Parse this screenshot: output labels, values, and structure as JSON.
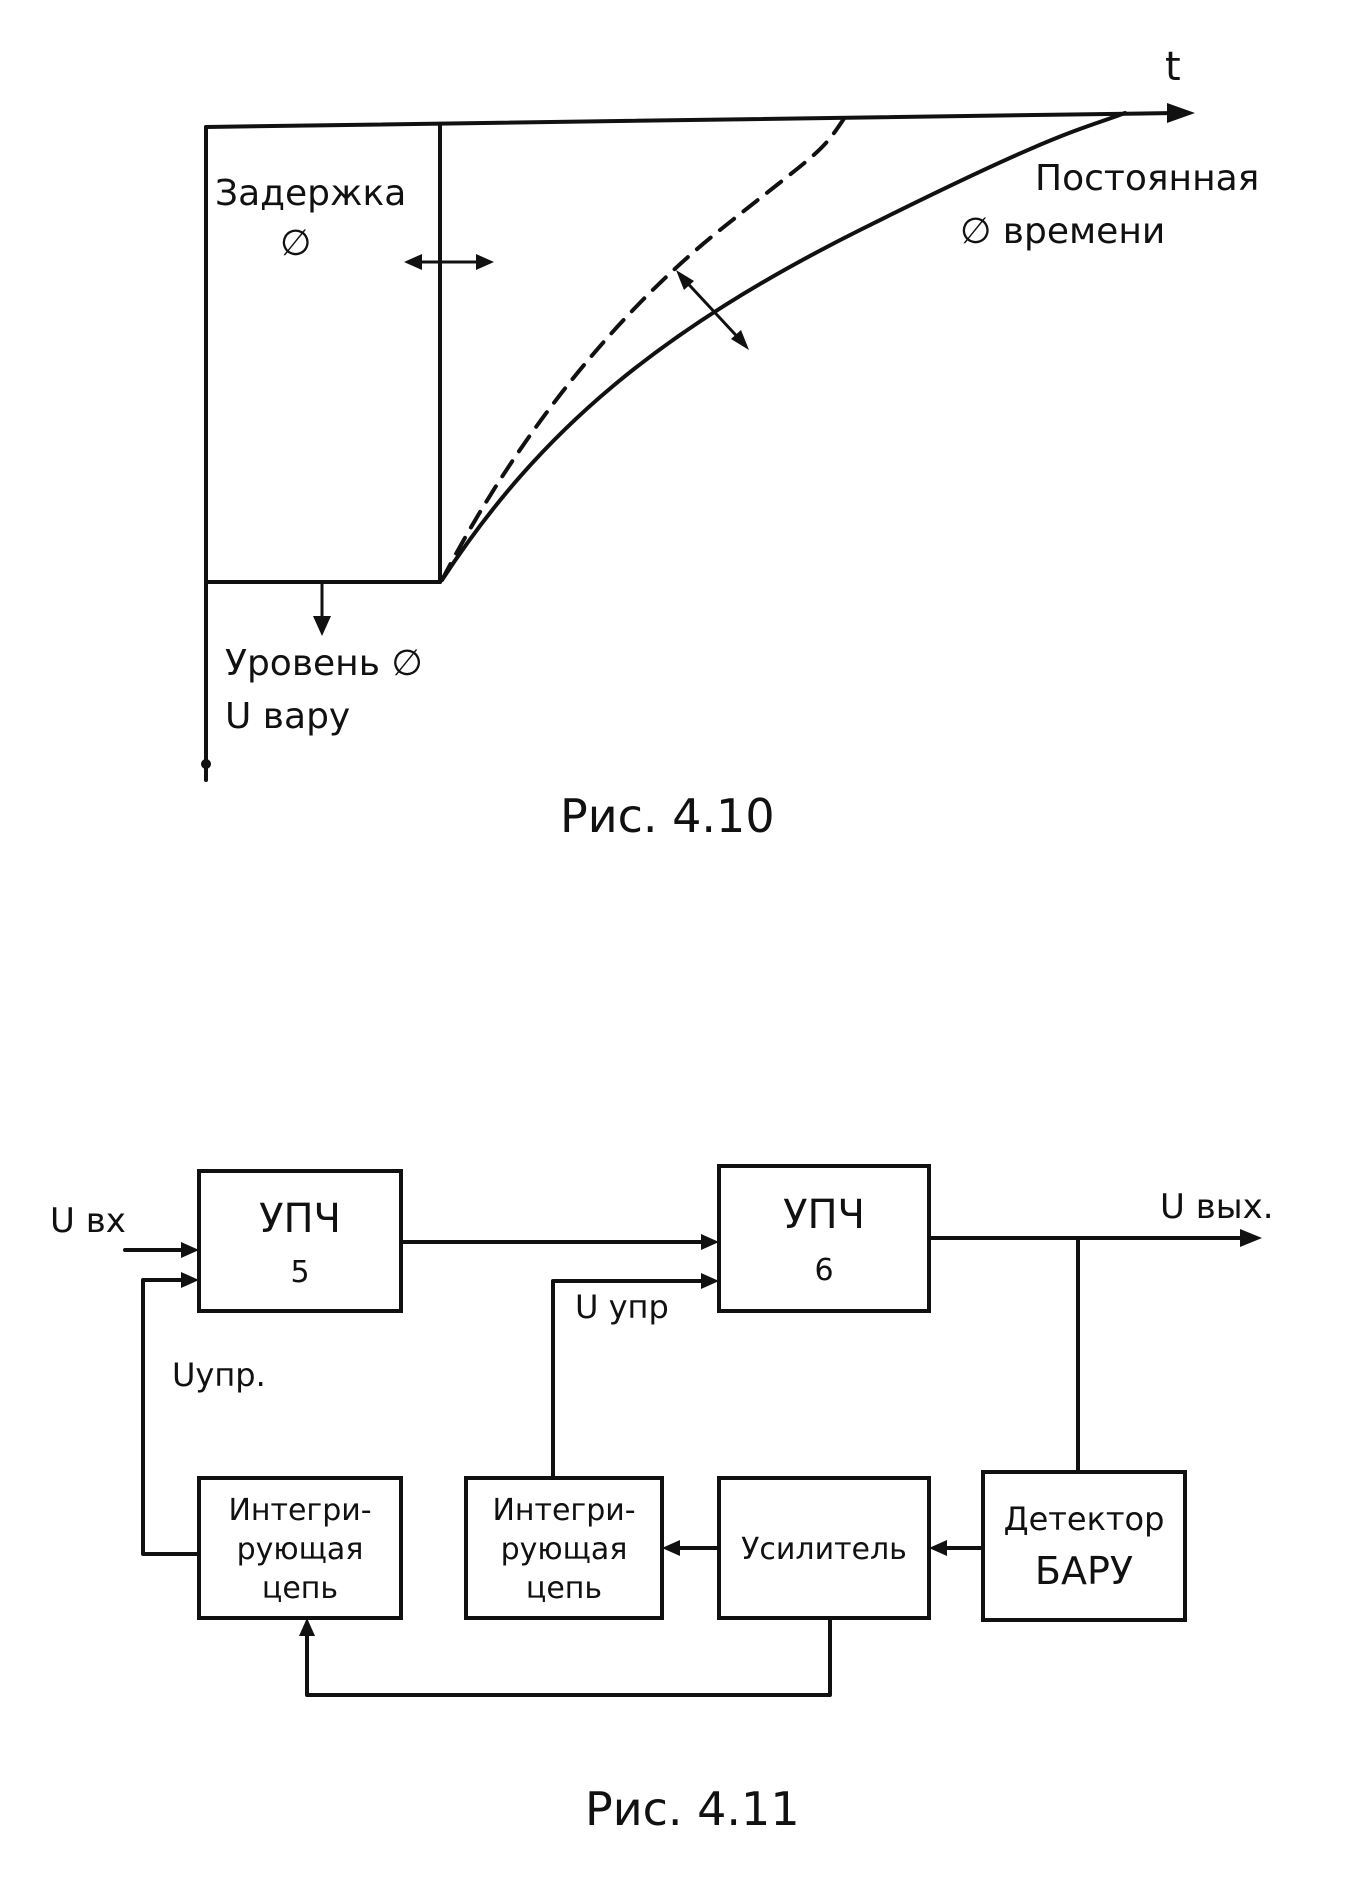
{
  "fig1": {
    "t_label": "t",
    "delay": [
      "Задержка",
      "∅"
    ],
    "time_const": [
      "Постоянная",
      "∅  времени"
    ],
    "level": [
      "Уровень  ∅",
      "U вару"
    ],
    "caption": "Рис. 4.10"
  },
  "fig2": {
    "u_in": "U вх",
    "u_out": "U вых.",
    "u_upr_left": "Uупр.",
    "u_upr_mid": "U упр",
    "upch5": [
      "УПЧ",
      "5"
    ],
    "upch6": [
      "УПЧ",
      "6"
    ],
    "integ_left": [
      "Интегри-",
      "рующая",
      "цепь"
    ],
    "integ_mid": [
      "Интегри-",
      "рующая",
      "цепь"
    ],
    "amplifier": "Усилитель",
    "detector": [
      "Детектор",
      "БАРУ"
    ],
    "caption": "Рис. 4.11"
  }
}
